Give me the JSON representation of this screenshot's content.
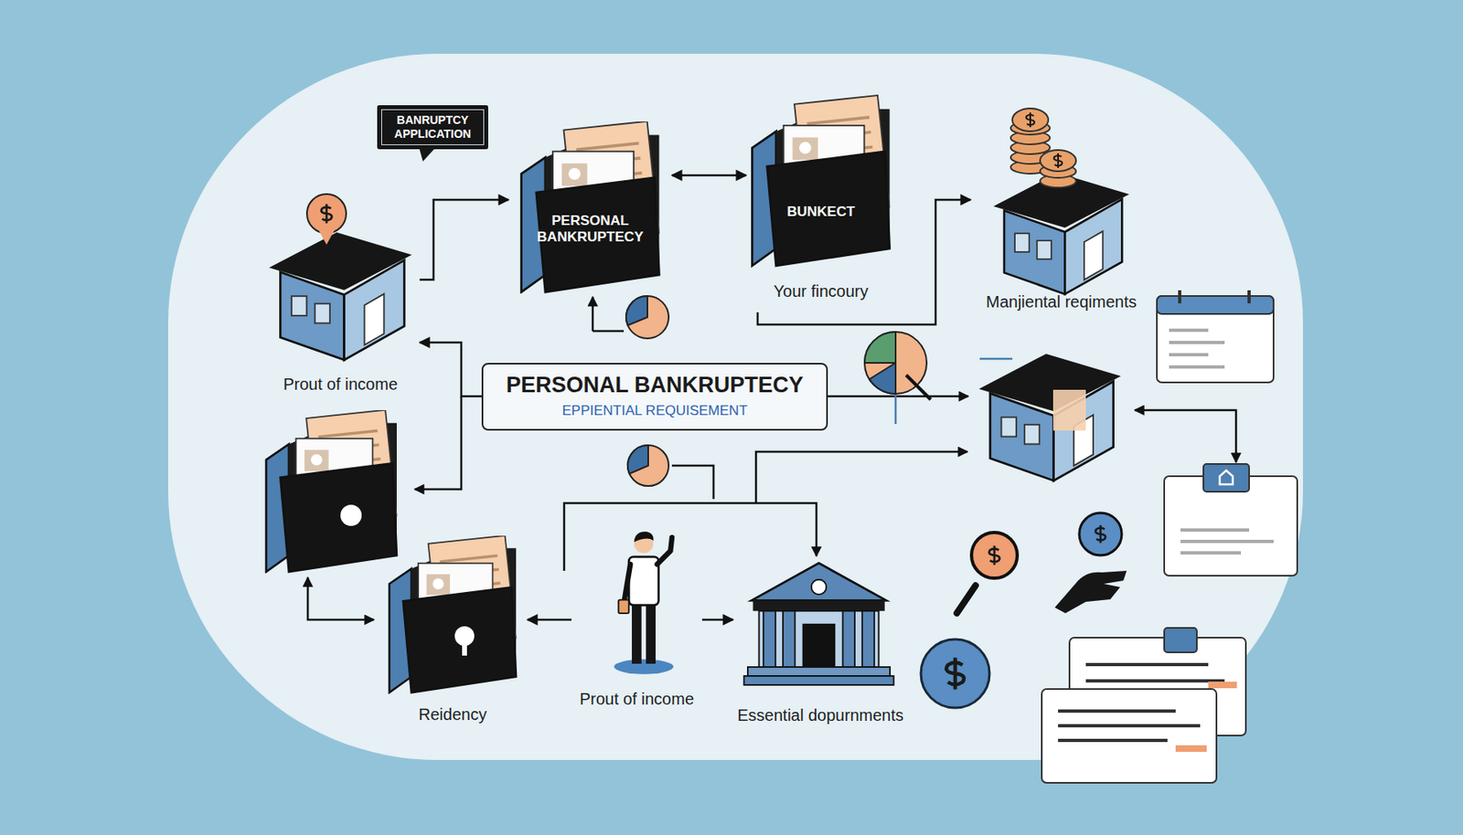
{
  "diagram": {
    "nodes": [
      {
        "text": [
          "BANRUPTCY APPLICATION"
        ]
      },
      {
        "text": [
          "PERSONAL BANKRUPTECY"
        ]
      },
      {
        "text": [
          "BUNKECT",
          "Your fincoury"
        ]
      },
      {
        "text": [
          "Manjiental reqiments"
        ]
      },
      {
        "text": [
          "Prout of income"
        ]
      },
      {
        "text": [
          "PERSONAL BANKRUPTECY",
          "EPPIENTIAL REQUISEMENT"
        ]
      },
      {
        "text": [
          "Reidency"
        ]
      },
      {
        "text": [
          "Prout of income"
        ]
      },
      {
        "text": [
          "Essential dopurnments"
        ]
      }
    ],
    "edges": [
      {
        "from": 4,
        "to": 1,
        "arrow": "to"
      },
      {
        "from": 1,
        "to": 2,
        "arrow": "both"
      },
      {
        "from": 2,
        "to": 3,
        "arrow": "to"
      },
      {
        "from": 5,
        "to": 4,
        "arrow": "to"
      },
      {
        "from": 7,
        "to": 6,
        "arrow": "to"
      },
      {
        "from": 7,
        "to": 8,
        "arrow": "to"
      }
    ]
  }
}
